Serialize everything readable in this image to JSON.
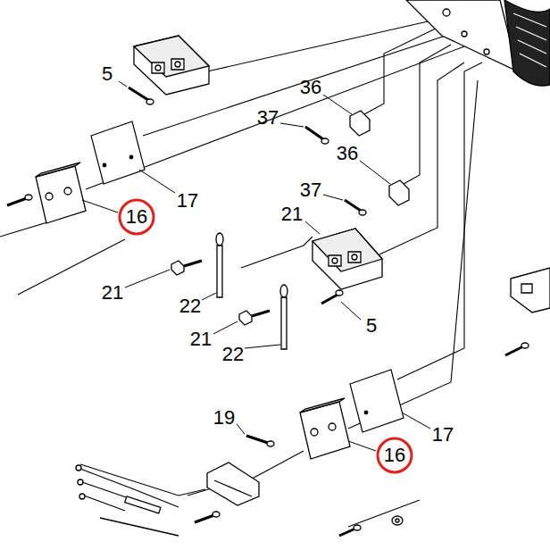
{
  "diagram": {
    "labels": [
      "5",
      "36",
      "37",
      "36",
      "17",
      "16",
      "37",
      "21",
      "21",
      "22",
      "21",
      "5",
      "22",
      "19",
      "17",
      "16"
    ]
  }
}
